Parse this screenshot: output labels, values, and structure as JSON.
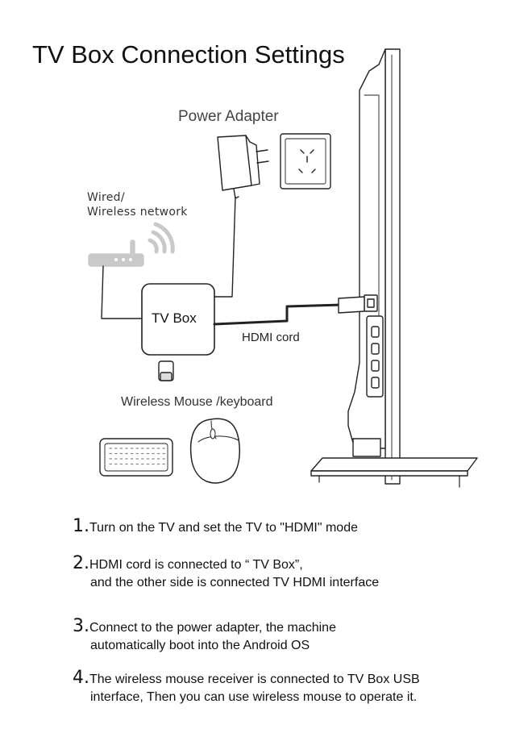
{
  "title": "TV Box Connection Settings",
  "labels": {
    "power_adapter": "Power Adapter",
    "network_line1": "Wired/",
    "network_line2": "Wireless network",
    "tv_box": "TV Box",
    "hdmi_cord": "HDMI cord",
    "mouse_keyboard": "Wireless Mouse /keyboard"
  },
  "steps": [
    {
      "number": "1.",
      "text": "Turn on the TV and set the TV to \"HDMI\" mode",
      "continuation": ""
    },
    {
      "number": "2.",
      "text": "HDMI cord is connected to “ TV Box”,",
      "continuation": "and the other side is connected TV HDMI interface"
    },
    {
      "number": "3.",
      "text": "Connect to the power adapter, the machine",
      "continuation": "automatically boot into the Android OS"
    },
    {
      "number": "4.",
      "text": "The wireless mouse receiver is connected to TV  Box USB",
      "continuation": "interface, Then you can use wireless mouse to operate it."
    }
  ],
  "colors": {
    "line": "#222222",
    "device_gray": "#c9c9c9",
    "background": "#ffffff"
  }
}
